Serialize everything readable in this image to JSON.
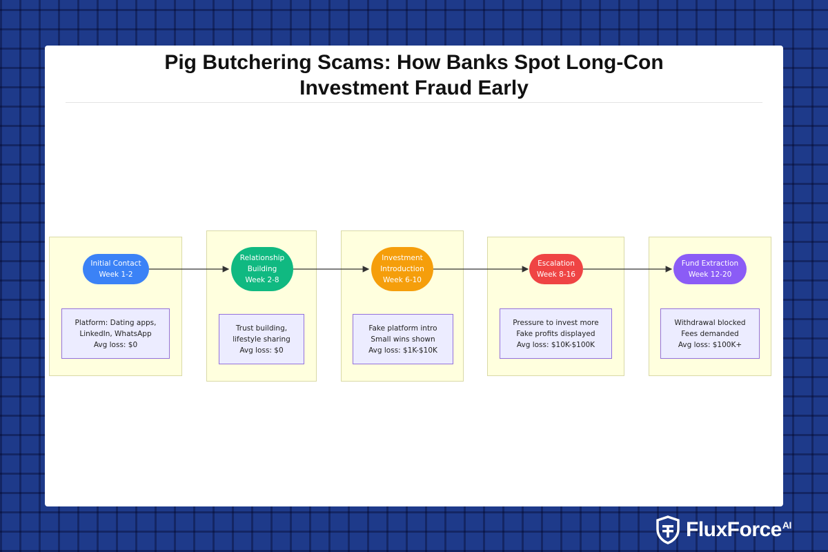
{
  "title": {
    "line1": "Pig Butchering Scams: How Banks Spot Long-Con",
    "line2": "Investment Fraud Early"
  },
  "stages": [
    {
      "node_lines": [
        "Initial Contact",
        "Week 1-2"
      ],
      "node_color": "#3b82f6",
      "info_lines": [
        "Platform: Dating apps,",
        "LinkedIn, WhatsApp",
        "Avg loss: $0"
      ]
    },
    {
      "node_lines": [
        "Relationship",
        "Building",
        "Week 2-8"
      ],
      "node_color": "#10b981",
      "info_lines": [
        "Trust building,",
        "lifestyle sharing",
        "Avg loss: $0"
      ]
    },
    {
      "node_lines": [
        "Investment",
        "Introduction",
        "Week 6-10"
      ],
      "node_color": "#f59e0b",
      "info_lines": [
        "Fake platform intro",
        "Small wins shown",
        "Avg loss: $1K-$10K"
      ]
    },
    {
      "node_lines": [
        "Escalation",
        "Week 8-16"
      ],
      "node_color": "#ef4444",
      "info_lines": [
        "Pressure to invest more",
        "Fake profits displayed",
        "Avg loss: $10K-$100K"
      ]
    },
    {
      "node_lines": [
        "Fund Extraction",
        "Week 12-20"
      ],
      "node_color": "#8b5cf6",
      "info_lines": [
        "Withdrawal blocked",
        "Fees demanded",
        "Avg loss: $100K+"
      ]
    }
  ],
  "logo": {
    "brand": "FluxForce",
    "suffix": "AI"
  }
}
